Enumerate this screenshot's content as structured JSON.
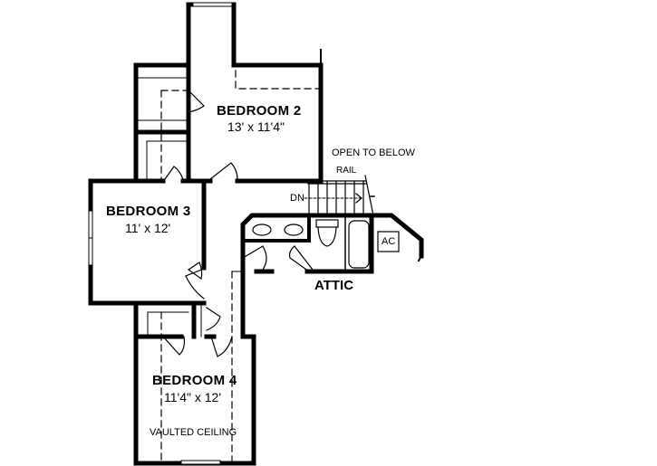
{
  "floor_plan": {
    "rooms": [
      {
        "id": "bedroom-2",
        "name": "BEDROOM 2",
        "dimensions": "13' x 11'4\""
      },
      {
        "id": "bedroom-3",
        "name": "BEDROOM 3",
        "dimensions": "11' x 12'"
      },
      {
        "id": "bedroom-4",
        "name": "BEDROOM 4",
        "dimensions": "11'4\" x 12'",
        "note": "VAULTED CEILING"
      }
    ],
    "labels": {
      "open_to_below": "OPEN TO BELOW",
      "rail": "RAIL",
      "stairs_down": "DN",
      "attic": "ATTIC",
      "ac_unit": "AC"
    },
    "colors": {
      "line": "#000000",
      "background": "#ffffff"
    }
  }
}
